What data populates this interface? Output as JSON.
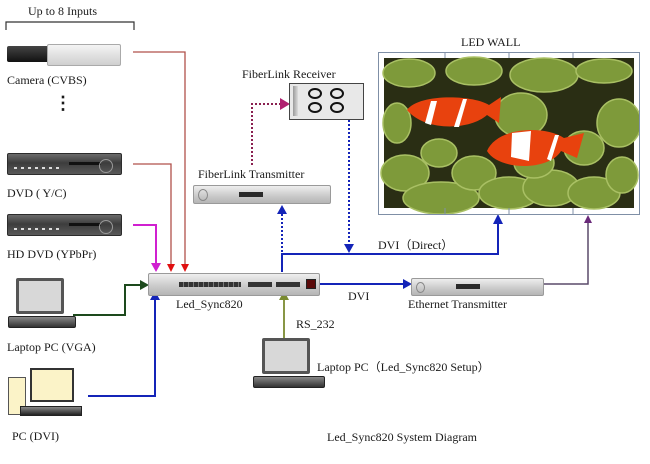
{
  "diagram": {
    "title": "Led_Sync820 System Diagram",
    "inputs_bracket_label": "Up to 8 Inputs",
    "ellipsis_label": "⋮",
    "devices": {
      "camera": {
        "label": "Camera (CVBS)",
        "icon": "camera-icon"
      },
      "dvd": {
        "label": "DVD ( Y/C)",
        "icon": "dvd-player-icon"
      },
      "hd_dvd": {
        "label": "HD DVD (YPbPr)",
        "icon": "dvd-player-icon"
      },
      "laptop_vga": {
        "label": "Laptop PC (VGA)",
        "icon": "laptop-icon"
      },
      "pc_dvi": {
        "label": "PC (DVI)",
        "icon": "desktop-pc-icon"
      },
      "led_sync": {
        "label": "Led_Sync820",
        "icon": "video-processor-icon"
      },
      "fiber_tx": {
        "label": "FiberLink Transmitter",
        "icon": "rack-unit-icon"
      },
      "fiber_rx": {
        "label": "FiberLink Receiver",
        "icon": "fiber-receiver-icon"
      },
      "led_wall": {
        "label": "LED WALL",
        "icon": "led-wall-icon"
      },
      "eth_tx": {
        "label": "Ethernet Transmitter",
        "icon": "rack-unit-icon"
      },
      "laptop_setup": {
        "label": "Laptop PC（Led_Sync820 Setup）",
        "icon": "laptop-icon"
      }
    },
    "connections": {
      "dvi_direct": "DVI（Direct）",
      "dvi": "DVI",
      "rs232": "RS_232"
    },
    "colors": {
      "red_line": "#b0504a",
      "red_arrow": "#e01010",
      "magenta": "#d020d0",
      "green": "#1d4a1d",
      "blue": "#1424b8",
      "olive": "#7a8a30",
      "maroon_dotted": "#8a2050",
      "purple": "#5a4a6a"
    }
  }
}
